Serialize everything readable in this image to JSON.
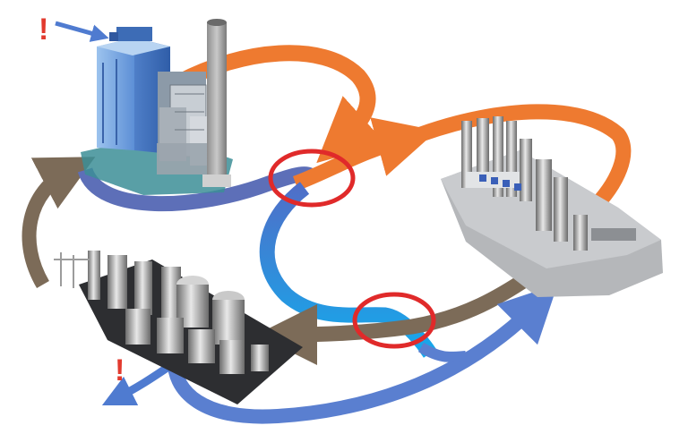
{
  "diagram": {
    "alerts": {
      "top_left": "!",
      "bottom_left": "!"
    },
    "colors": {
      "background": "#ffffff",
      "orange_flow": "#ee7a30",
      "blue_flow": "#5a7fd0",
      "cyan_flow": "#1fa6e6",
      "brown_flow": "#7c6b58",
      "alert_red": "#e23a2e",
      "highlight_ring": "#e02a2a"
    },
    "nodes": [
      {
        "id": "boiler-plant",
        "icon": "power-plant-icon"
      },
      {
        "id": "refinery-plant",
        "icon": "refinery-icon"
      },
      {
        "id": "processing-plant",
        "icon": "process-plant-icon"
      }
    ],
    "highlights": [
      {
        "id": "upper-crossing",
        "icon": "red-ring"
      },
      {
        "id": "lower-crossing",
        "icon": "red-ring"
      }
    ]
  }
}
